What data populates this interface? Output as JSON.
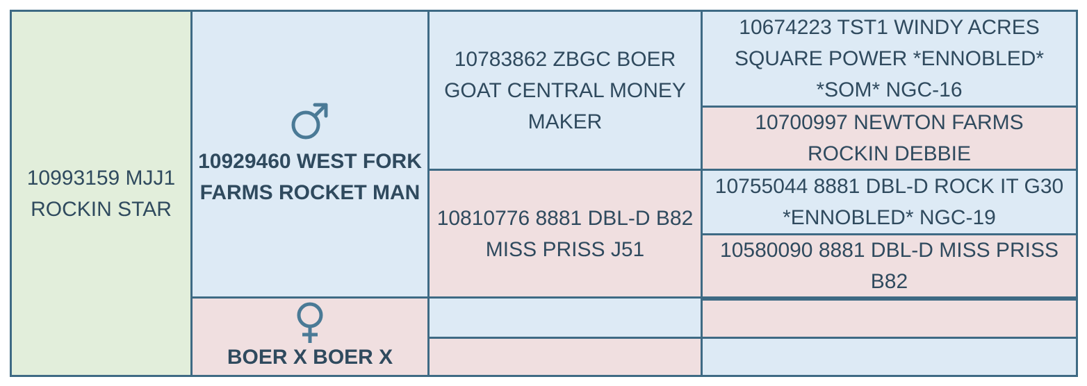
{
  "subject": {
    "name": "10993159 MJJ1 ROCKIN STAR"
  },
  "sire": {
    "name": "10929460 WEST FORK FARMS ROCKET MAN",
    "icon": "male-icon"
  },
  "dam": {
    "name": "BOER X BOER X",
    "icon": "female-icon"
  },
  "sire_sire": {
    "name": "10783862 ZBGC BOER GOAT CENTRAL MONEY MAKER"
  },
  "sire_dam": {
    "name": "10810776 8881 DBL-D B82 MISS PRISS J51"
  },
  "sire_sire_sire": {
    "name": "10674223 TST1 WINDY ACRES SQUARE POWER *ENNOBLED* *SOM* NGC-16"
  },
  "sire_sire_dam": {
    "name": "10700997 NEWTON FARMS ROCKIN DEBBIE"
  },
  "sire_dam_sire": {
    "name": "10755044 8881 DBL-D ROCK IT G30 *ENNOBLED* NGC-19"
  },
  "sire_dam_dam": {
    "name": "10580090 8881 DBL-D MISS PRISS B82"
  },
  "dam_sire": {
    "name": ""
  },
  "dam_dam": {
    "name": ""
  },
  "dam_sire_sire": {
    "name": ""
  },
  "dam_sire_dam": {
    "name": ""
  },
  "colors": {
    "male": "#ddeaf5",
    "female": "#f0dfe0",
    "subject": "#e2eedb",
    "border": "#3e6a84",
    "text": "#2f4a5e",
    "symbol": "#4a7a96"
  }
}
